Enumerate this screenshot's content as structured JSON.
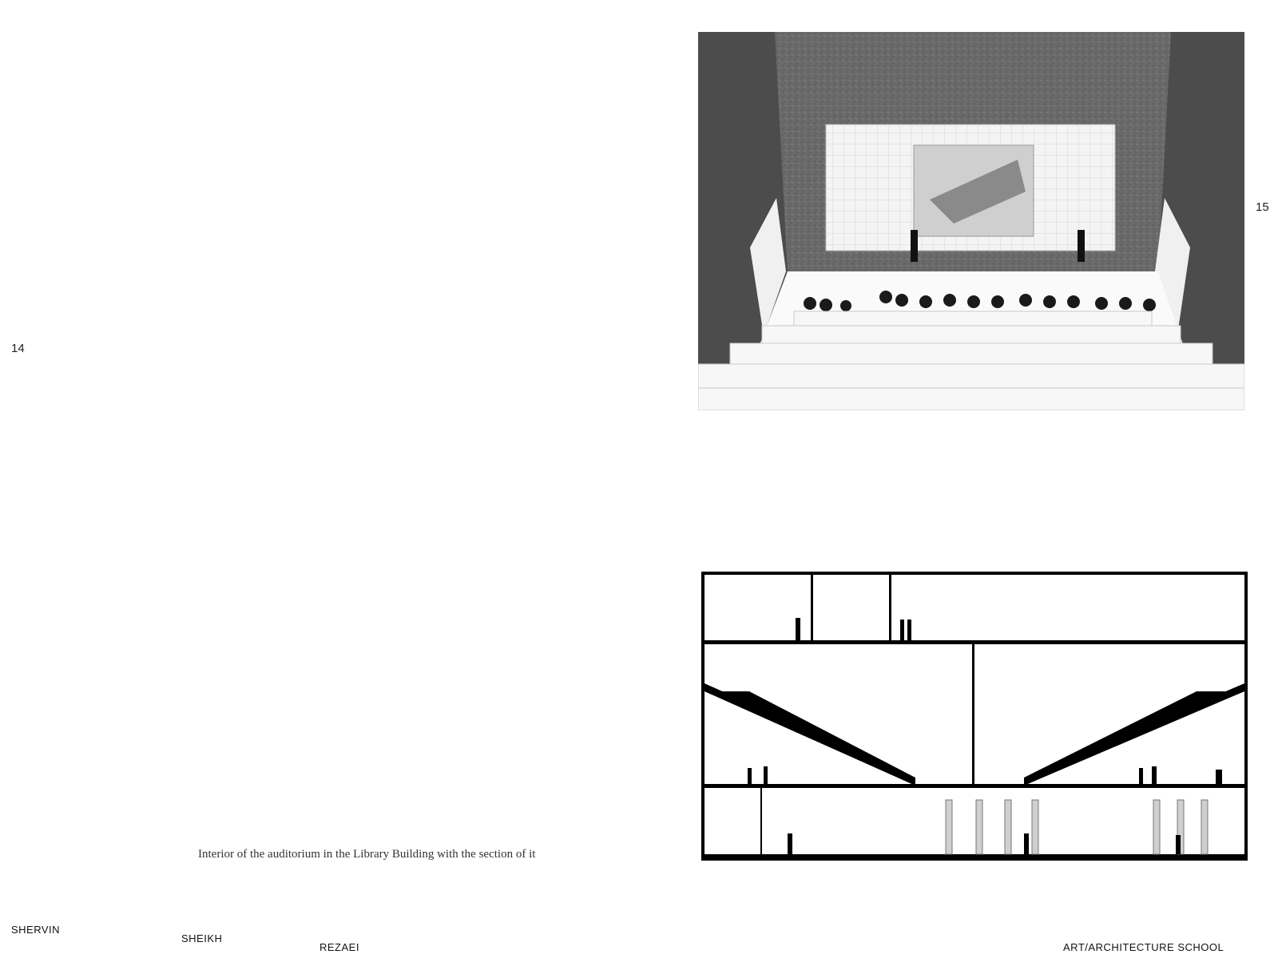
{
  "pages": {
    "left": "14",
    "right": "15"
  },
  "caption": "Interior of the auditorium in the Library Building with the section of it",
  "footer": {
    "first_name": "SHERVIN",
    "middle_name": "SHEIKH",
    "last_name": "REZAEI",
    "school": "ART/ARCHITECTURE SCHOOL"
  },
  "figures": {
    "render": {
      "subject": "auditorium interior perspective",
      "palette": [
        "#6e6e6e",
        "#f2f2f2",
        "#1a1a1a"
      ]
    },
    "section": {
      "subject": "building section drawing",
      "palette": [
        "#000000",
        "#ffffff",
        "#cfcfcf"
      ]
    }
  }
}
